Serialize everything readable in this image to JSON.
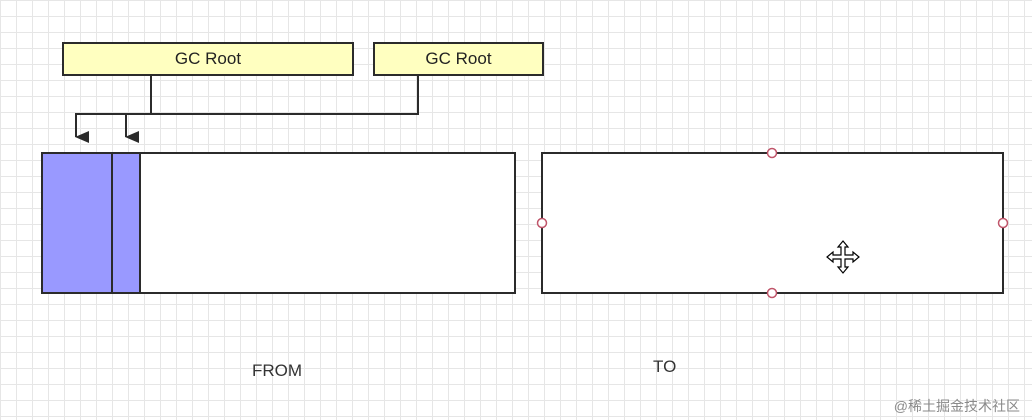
{
  "roots": [
    {
      "label": "GC Root"
    },
    {
      "label": "GC Root"
    }
  ],
  "spaces": {
    "from_label": "FROM",
    "to_label": "TO"
  },
  "colors": {
    "object_fill": "#9999ff",
    "root_fill": "#ffffc0",
    "border": "#2b2b2b",
    "handle": "#c0556a"
  },
  "icons": {
    "move_cursor": "four-way-arrow-move-icon"
  },
  "watermark": "@稀土掘金技术社区"
}
